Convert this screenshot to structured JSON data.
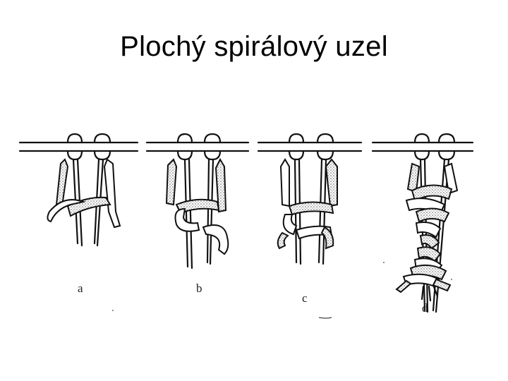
{
  "title": "Plochý spirálový uzel",
  "labels": [
    "a",
    "b",
    "c",
    "d"
  ],
  "colors": {
    "ink": "#111111",
    "background": "#ffffff",
    "dots": "#555555"
  }
}
